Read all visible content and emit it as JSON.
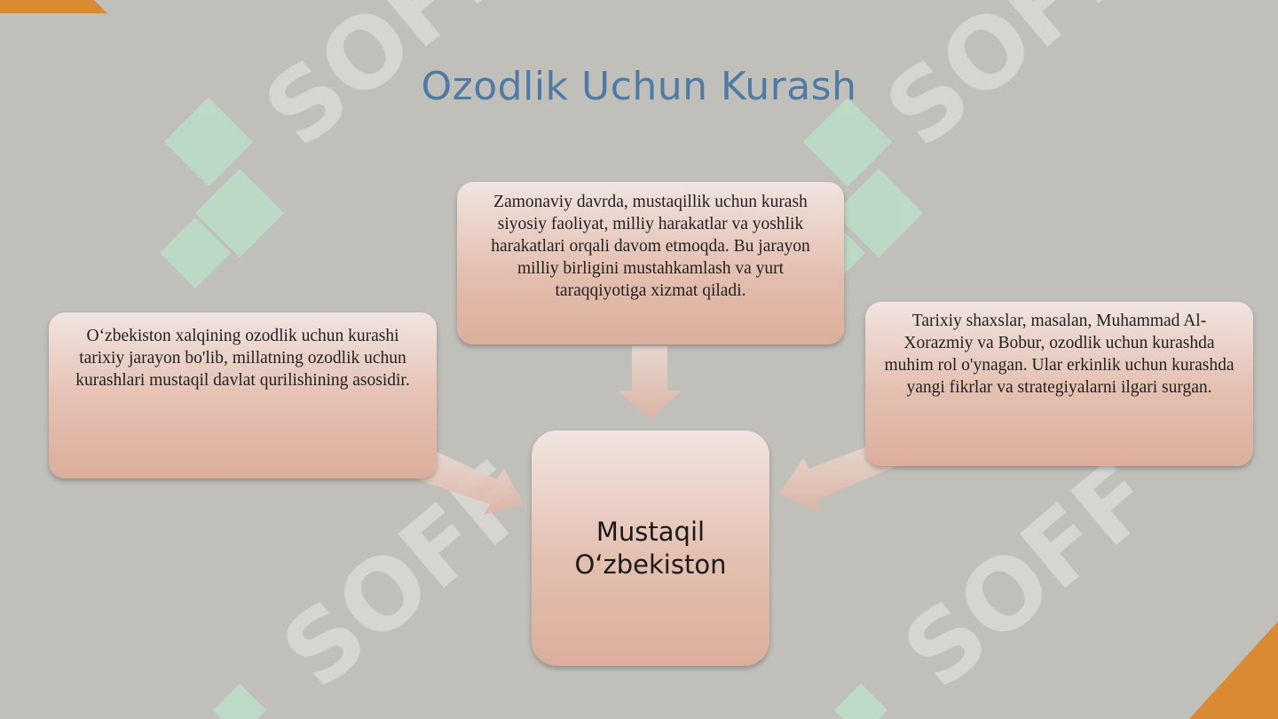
{
  "title": "Ozodlik Uchun Kurash",
  "boxes": {
    "top": "Zamonaviy davrda, mustaqillik uchun kurash siyosiy faoliyat, milliy harakatlar va yoshlik harakatlari orqali davom etmoqda. Bu jarayon milliy birligini mustahkamlash va yurt taraqqiyotiga xizmat qiladi.",
    "left": "O‘zbekiston xalqining ozodlik uchun kurashi tarixiy jarayon bo'lib, millatning ozodlik uchun kurashlari mustaqil davlat qurilishining asosidir.",
    "right": "Tarixiy shaxslar, masalan, Muhammad Al-Xorazmiy va Bobur, ozodlik uchun kurashda muhim rol o'ynagan. Ular erkinlik uchun kurashda yangi fikrlar va strategiyalarni ilgari surgan.",
    "center_line1": "Mustaqil",
    "center_line2": "O‘zbekiston"
  },
  "watermark": {
    "text": "SOFF",
    "color": "#ffffff",
    "logo_color": "#b9f0cf"
  },
  "colors": {
    "background": "#c1bfba",
    "accent": "#d98a33",
    "title": "#4f7aa3",
    "box_top": "#f0e4e0",
    "box_bottom": "#dcae9c"
  }
}
